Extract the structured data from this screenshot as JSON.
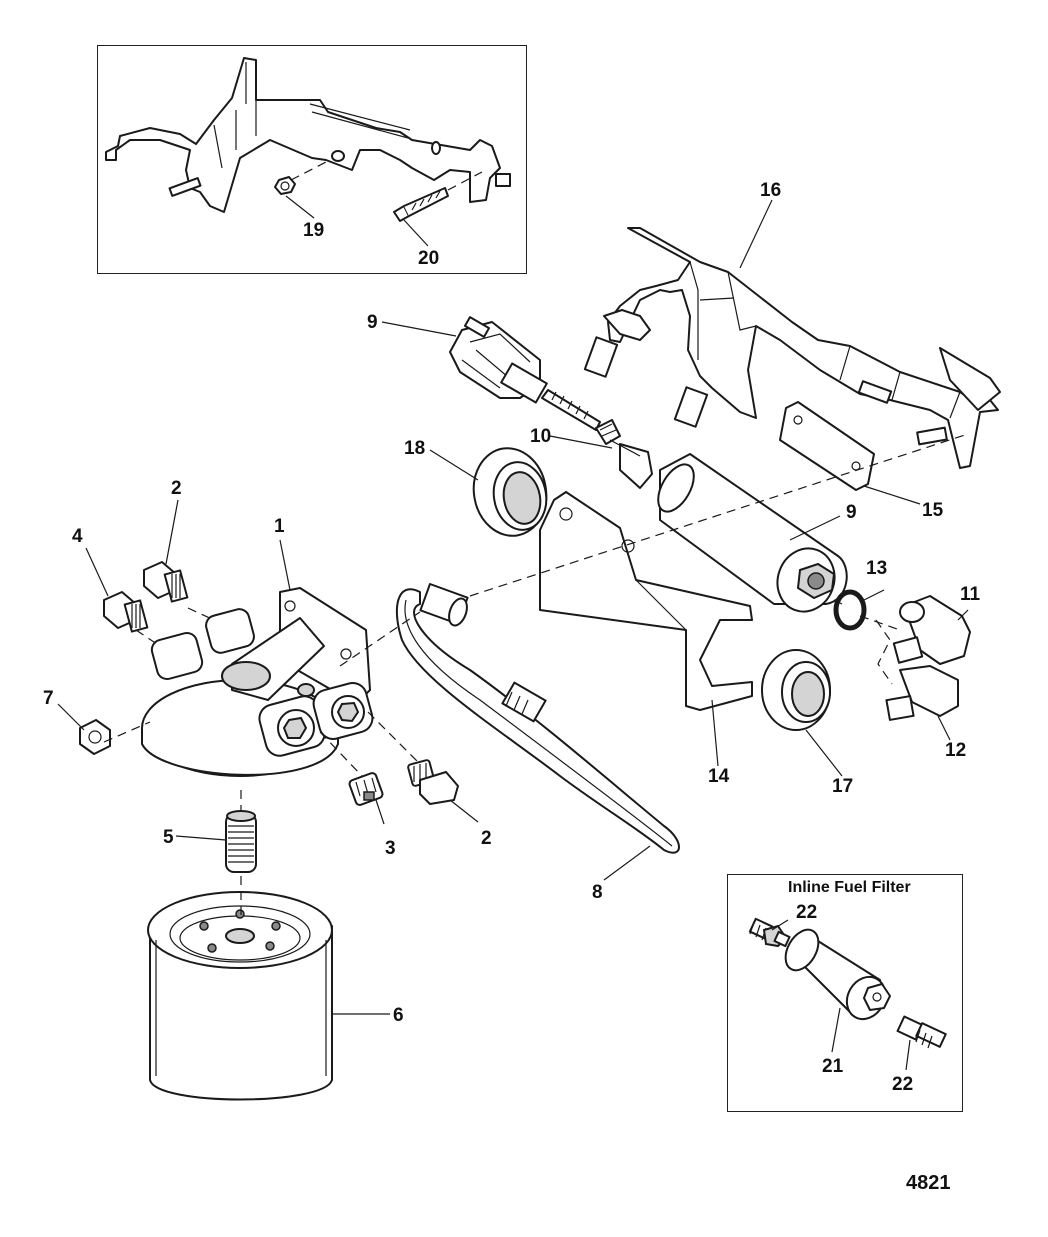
{
  "figure_number": "4821",
  "inset_title": "Inline Fuel Filter",
  "callouts": [
    {
      "id": "c1",
      "label": "1"
    },
    {
      "id": "c2a",
      "label": "2"
    },
    {
      "id": "c2b",
      "label": "2"
    },
    {
      "id": "c3",
      "label": "3"
    },
    {
      "id": "c4",
      "label": "4"
    },
    {
      "id": "c5",
      "label": "5"
    },
    {
      "id": "c6",
      "label": "6"
    },
    {
      "id": "c7",
      "label": "7"
    },
    {
      "id": "c8",
      "label": "8"
    },
    {
      "id": "c9a",
      "label": "9"
    },
    {
      "id": "c9b",
      "label": "9"
    },
    {
      "id": "c10",
      "label": "10"
    },
    {
      "id": "c11",
      "label": "11"
    },
    {
      "id": "c12",
      "label": "12"
    },
    {
      "id": "c13",
      "label": "13"
    },
    {
      "id": "c14",
      "label": "14"
    },
    {
      "id": "c15",
      "label": "15"
    },
    {
      "id": "c16",
      "label": "16"
    },
    {
      "id": "c17",
      "label": "17"
    },
    {
      "id": "c18",
      "label": "18"
    },
    {
      "id": "c19",
      "label": "19"
    },
    {
      "id": "c20",
      "label": "20"
    },
    {
      "id": "c21",
      "label": "21"
    },
    {
      "id": "c22a",
      "label": "22"
    },
    {
      "id": "c22b",
      "label": "22"
    }
  ]
}
